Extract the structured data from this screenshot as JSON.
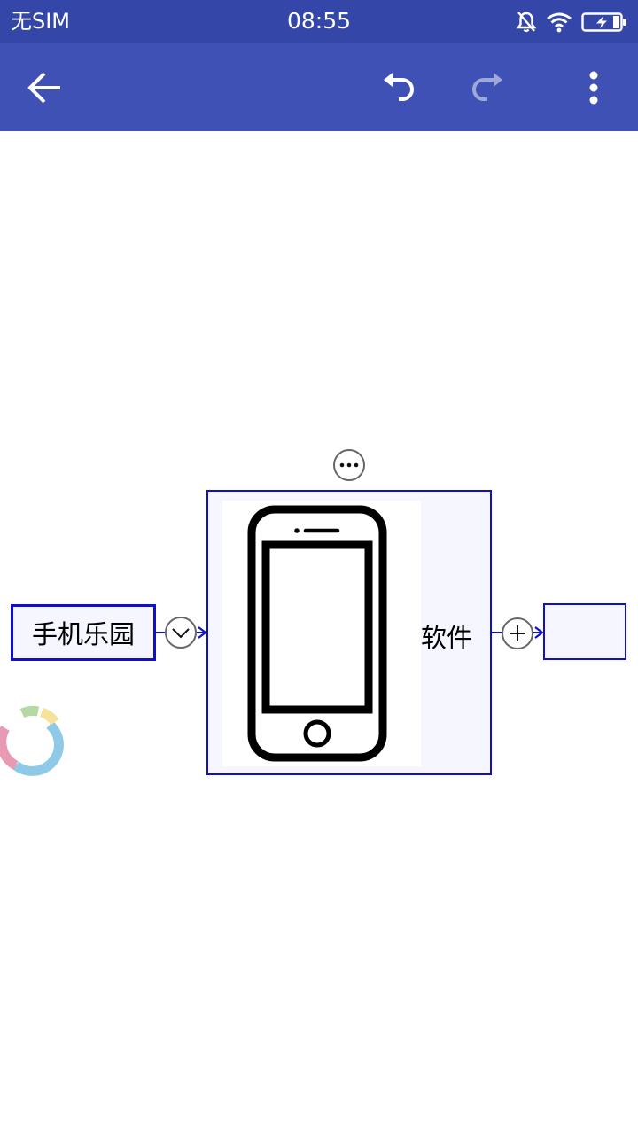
{
  "status_bar": {
    "carrier": "无SIM",
    "time": "08:55",
    "icons": [
      "mute-bell-icon",
      "wifi-icon",
      "battery-charging-icon"
    ]
  },
  "toolbar": {
    "icons": [
      "back-arrow-icon",
      "undo-icon",
      "redo-icon",
      "more-vert-icon"
    ],
    "redo_enabled": false
  },
  "mindmap": {
    "left_node_label": "手机乐园",
    "main_node_label": "软件",
    "main_node_image": "smartphone-icon",
    "right_node_label": "",
    "collapse_button_icon": "chevron-down-icon",
    "add_button_icon": "plus-icon",
    "more_button_icon": "ellipsis-icon"
  },
  "colors": {
    "status_bar_bg": "#3447a8",
    "toolbar_bg": "#3f51b5",
    "node_border": "#1010cc",
    "node_fill": "#f5f6ff"
  }
}
